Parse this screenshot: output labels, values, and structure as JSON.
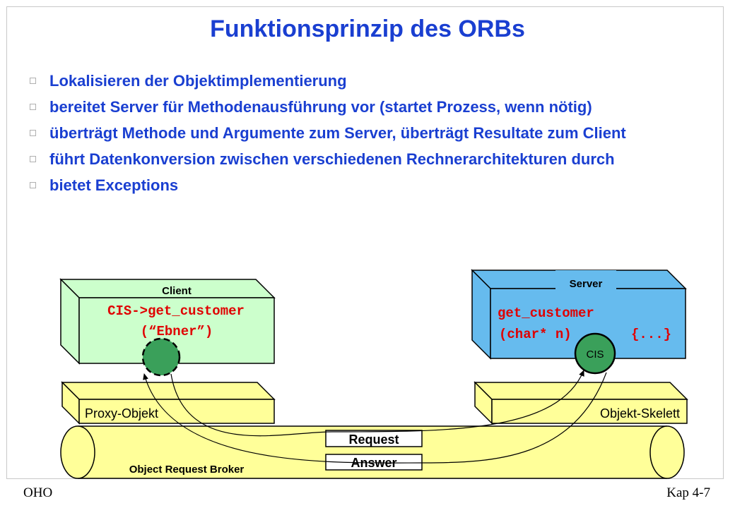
{
  "slide": {
    "title": "Funktionsprinzip des ORBs",
    "bullets": [
      "Lokalisieren der Objektimplementierung",
      "bereitet Server für Methodenausführung vor (startet Prozess, wenn nötig)",
      "überträgt Methode und Argumente zum Server, überträgt Resultate zum Client",
      "führt Datenkonversion zwischen verschiedenen Rechnerarchitekturen durch",
      "bietet Exceptions"
    ],
    "footer_left": "OHO",
    "footer_right": "Kap 4-7"
  },
  "diagram": {
    "client_label": "Client",
    "client_code_1": "CIS->get_customer",
    "client_code_2": "(“Ebner”)",
    "server_label": "Server",
    "server_code_1": "get_customer",
    "server_code_2": "(char* n)",
    "server_code_3": "{...}",
    "cis_label": "CIS",
    "proxy_label": "Proxy-Objekt",
    "skeleton_label": "Objekt-Skelett",
    "orb_label": "Object Request Broker",
    "request_label": "Request",
    "answer_label": "Answer"
  },
  "colors": {
    "title": "#1a3fd1",
    "client_box": "#ccffcc",
    "server_box": "#66bbee",
    "yellow": "#ffff99",
    "object_circle": "#3aa05a"
  }
}
